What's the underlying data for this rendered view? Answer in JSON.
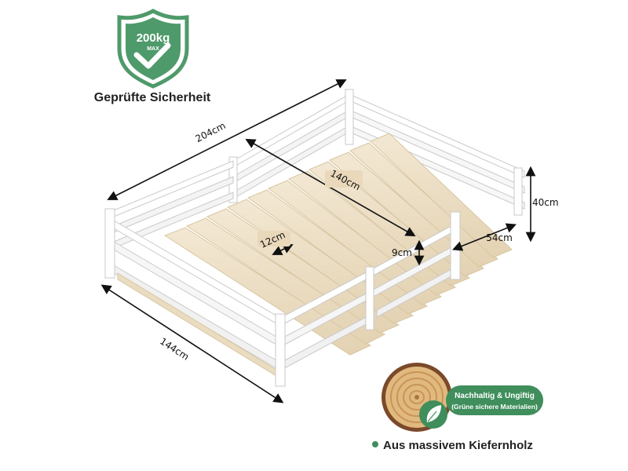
{
  "badge": {
    "weight": "200kg",
    "unit": "MAX",
    "caption": "Geprüfte Sicherheit",
    "icon": "shield-check-icon",
    "color": "#4f9a6a"
  },
  "dimensions": {
    "length": "204cm",
    "width": "144cm",
    "inner_length": "140cm",
    "slat_gap": "12cm",
    "rail_gap": "9cm",
    "height": "40cm",
    "opening": "54cm"
  },
  "eco": {
    "line1": "Nachhaltig & Ungiftig",
    "line2": "(Grüne sichere Materialien)",
    "icon": "leaf-icon",
    "color": "#3f8e5c"
  },
  "material": {
    "text": "Aus massivem Kiefernholz",
    "bullet_color": "#3f8e5c"
  }
}
